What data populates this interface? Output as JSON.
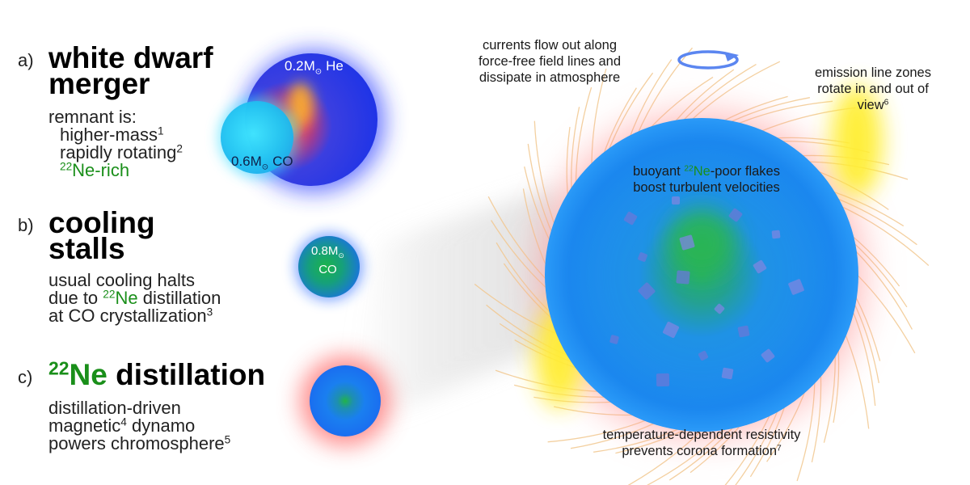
{
  "colors": {
    "accent_green": "#1a8f1a",
    "star_blue": "#1e7fe8",
    "glow_red": "#ff5a5a",
    "emission_yellow": "#ffee33",
    "field_lines": "#f2c890"
  },
  "panels": [
    {
      "label": "a)",
      "title_lines": [
        "white dwarf",
        "merger"
      ],
      "body": [
        "remnant is:",
        "higher-mass",
        "rapidly rotating",
        "Ne-rich"
      ],
      "refs": [
        "1",
        "2"
      ],
      "ne_mass": "22"
    },
    {
      "label": "b)",
      "title_lines": [
        "cooling",
        "stalls"
      ],
      "body": [
        "usual cooling halts",
        "due to",
        "Ne",
        "distillation",
        "at CO crystallization"
      ],
      "refs": [
        "3"
      ],
      "ne_mass": "22"
    },
    {
      "label": "c)",
      "title_ne_mass": "22",
      "title_ne": "Ne",
      "title_rest": "distillation",
      "body": [
        "distillation-driven",
        "magnetic",
        "dynamo",
        "powers chromosphere"
      ],
      "refs": [
        "4",
        "5"
      ]
    }
  ],
  "stars": {
    "he": {
      "mass": "0.2M",
      "composition": "He"
    },
    "co_merger": {
      "mass": "0.6M",
      "composition": "CO"
    },
    "co_cooling": {
      "mass": "0.8M",
      "composition": "CO"
    },
    "sun_symbol": "⊙"
  },
  "annotations": {
    "currents": [
      "currents flow out along",
      "force-free field lines and",
      "dissipate in atmosphere"
    ],
    "emission": [
      "emission line zones",
      "rotate in and out of",
      "view"
    ],
    "emission_ref": "6",
    "flakes_pre": "buoyant",
    "flakes_mass": "22",
    "flakes_ne": "Ne",
    "flakes_post": "-poor flakes",
    "flakes_line2": "boost turbulent velocities",
    "resistivity": [
      "temperature-dependent resistivity",
      "prevents corona formation"
    ],
    "resistivity_ref": "7"
  }
}
